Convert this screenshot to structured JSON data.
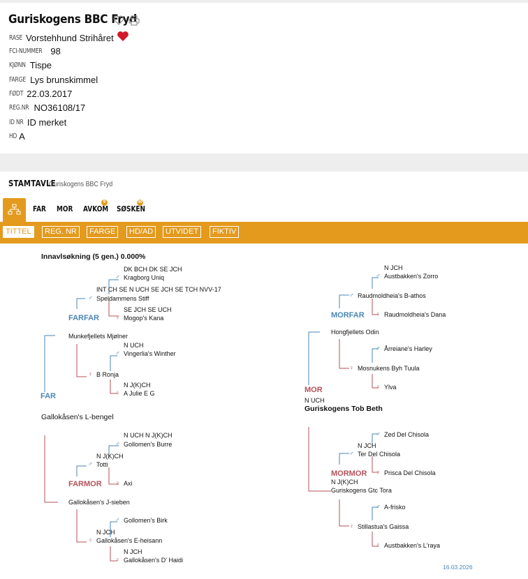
{
  "dog": {
    "name": "Guriskogens BBC Fryd",
    "fields": [
      {
        "label": "Rase",
        "value": "Vorstehhund Strihåret"
      },
      {
        "label": "FCI-nummer",
        "value": "98"
      },
      {
        "label": "Kjønn",
        "value": "Tispe"
      },
      {
        "label": "Farge",
        "value": "Lys brunskimmel"
      },
      {
        "label": "Født",
        "value": "22.03.2017"
      },
      {
        "label": "Reg.nr",
        "value": "NO36108/17"
      },
      {
        "label": "ID nr",
        "value": "ID merket"
      },
      {
        "label": "HD",
        "value": "A"
      }
    ]
  },
  "icons": {
    "favorite": "heart-outline-icon",
    "print": "printer-icon",
    "breed_favorite": "heart-filled-icon",
    "pedigree_tab": "pedigree-tree-icon",
    "male": "male-symbol-icon",
    "female": "female-symbol-icon"
  },
  "colors": {
    "accent": "#e39a1d",
    "male_blue": "#4a86b5",
    "female_red": "#b4525a",
    "heart": "#d0192b"
  },
  "pedigree": {
    "heading": "STAMTAVLE",
    "subtitle": "Guriskogens BBC Fryd",
    "tabs": [
      {
        "label": "FAR"
      },
      {
        "label": "MOR"
      },
      {
        "label": "AVKOM",
        "badge": "9"
      },
      {
        "label": "SØSKEN",
        "badge": "40"
      }
    ],
    "buttons": [
      "TITTEL",
      "REG. NR",
      "FARGE",
      "HD/AD",
      "UTVIDET",
      "FIKTIV"
    ],
    "inbreeding": "Innavlsøkning (5 gen.) 0.000%",
    "far": {
      "label": "FAR",
      "name": "Gallokåsen's L-bengel",
      "farfar": {
        "label": "FARFAR",
        "name": "Munkefjellets Mjølner",
        "sire": {
          "title": "INT CH SE N UCH SE JCH SE TCH NVV-17",
          "name": "Speldammens Stiff"
        },
        "sire_sire": {
          "title": "DK BCH DK SE JCH",
          "name": "Kragborg Uniq"
        },
        "sire_dam": {
          "title": "SE JCH SE UCH",
          "name": "Mogop's Kana"
        },
        "dam": {
          "name": "B Ronja"
        },
        "dam_sire": {
          "title": "N UCH",
          "name": "Vingerlia's Winther"
        },
        "dam_dam": {
          "title": "N J(K)CH",
          "name": "A Julie E G"
        }
      },
      "farmor": {
        "label": "FARMOR",
        "name": "Gallokåsen's J-sieben",
        "sire": {
          "title": "N J(K)CH",
          "name": "Totti"
        },
        "sire_sire": {
          "title": "N UCH N J(K)CH",
          "name": "Gollomen's Burre"
        },
        "sire_dam": {
          "name": "Axi"
        },
        "dam": {
          "title": "N JCH",
          "name": "Gallokåsen's E-heisann"
        },
        "dam_sire": {
          "name": "Gollomen's Birk"
        },
        "dam_dam": {
          "title": "N JCH",
          "name": "Gallokåsen's D' Haidi"
        }
      }
    },
    "mor": {
      "label": "MOR",
      "title": "N UCH",
      "name": "Guriskogens Tob Beth",
      "morfar": {
        "label": "MORFAR",
        "name": "Hongfjellets Odin",
        "sire": {
          "name": "Raudmoldheia's B-athos"
        },
        "sire_sire": {
          "title": "N JCH",
          "name": "Austbakken's Zorro"
        },
        "sire_dam": {
          "name": "Raudmoldheia's Dana"
        },
        "dam": {
          "name": "Mosnukens Byh Tuula"
        },
        "dam_sire": {
          "name": "Årreiane's Harley"
        },
        "dam_dam": {
          "name": "Ylva"
        }
      },
      "mormor": {
        "label": "MORMOR",
        "title": "N J(K)CH",
        "name": "Guriskogens Gtc Tora",
        "sire": {
          "title": "N JCH",
          "name": "Ter Del Chisola"
        },
        "sire_sire": {
          "name": "Zed Del Chisola"
        },
        "sire_dam": {
          "name": "Prisca Del Chisola"
        },
        "dam": {
          "name": "Stillastua's Gaissa"
        },
        "dam_sire": {
          "name": "A-frisko"
        },
        "dam_dam": {
          "name": "Austbakken's L'raya"
        }
      }
    },
    "date": "16.03.2026"
  }
}
